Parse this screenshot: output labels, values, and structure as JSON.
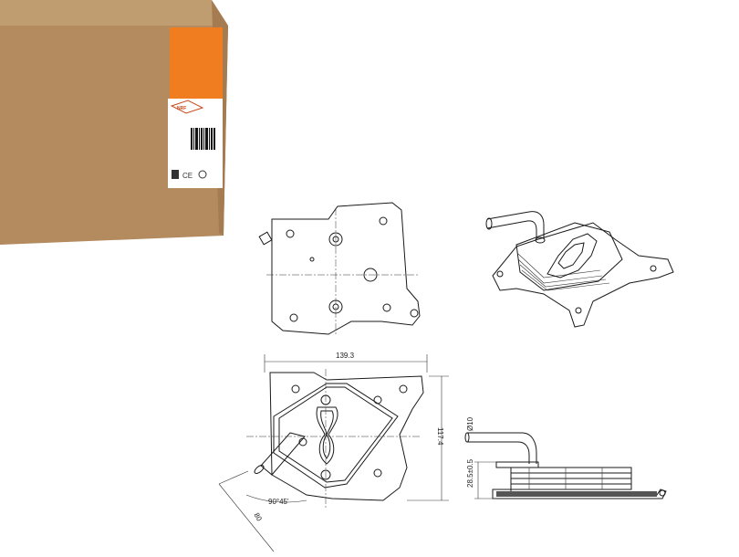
{
  "product_box": {
    "brand_logo_text": "NRF",
    "ce_mark": "CE",
    "colors": {
      "cardboard": "#b48a5f",
      "orange": "#f07d1f"
    }
  },
  "dimensions": {
    "width": "139.3",
    "height": "117.4",
    "angle": "90°45'",
    "diagonal": "80",
    "pipe_diameter": "Ø10",
    "stack_height": "28.5±0.5"
  }
}
